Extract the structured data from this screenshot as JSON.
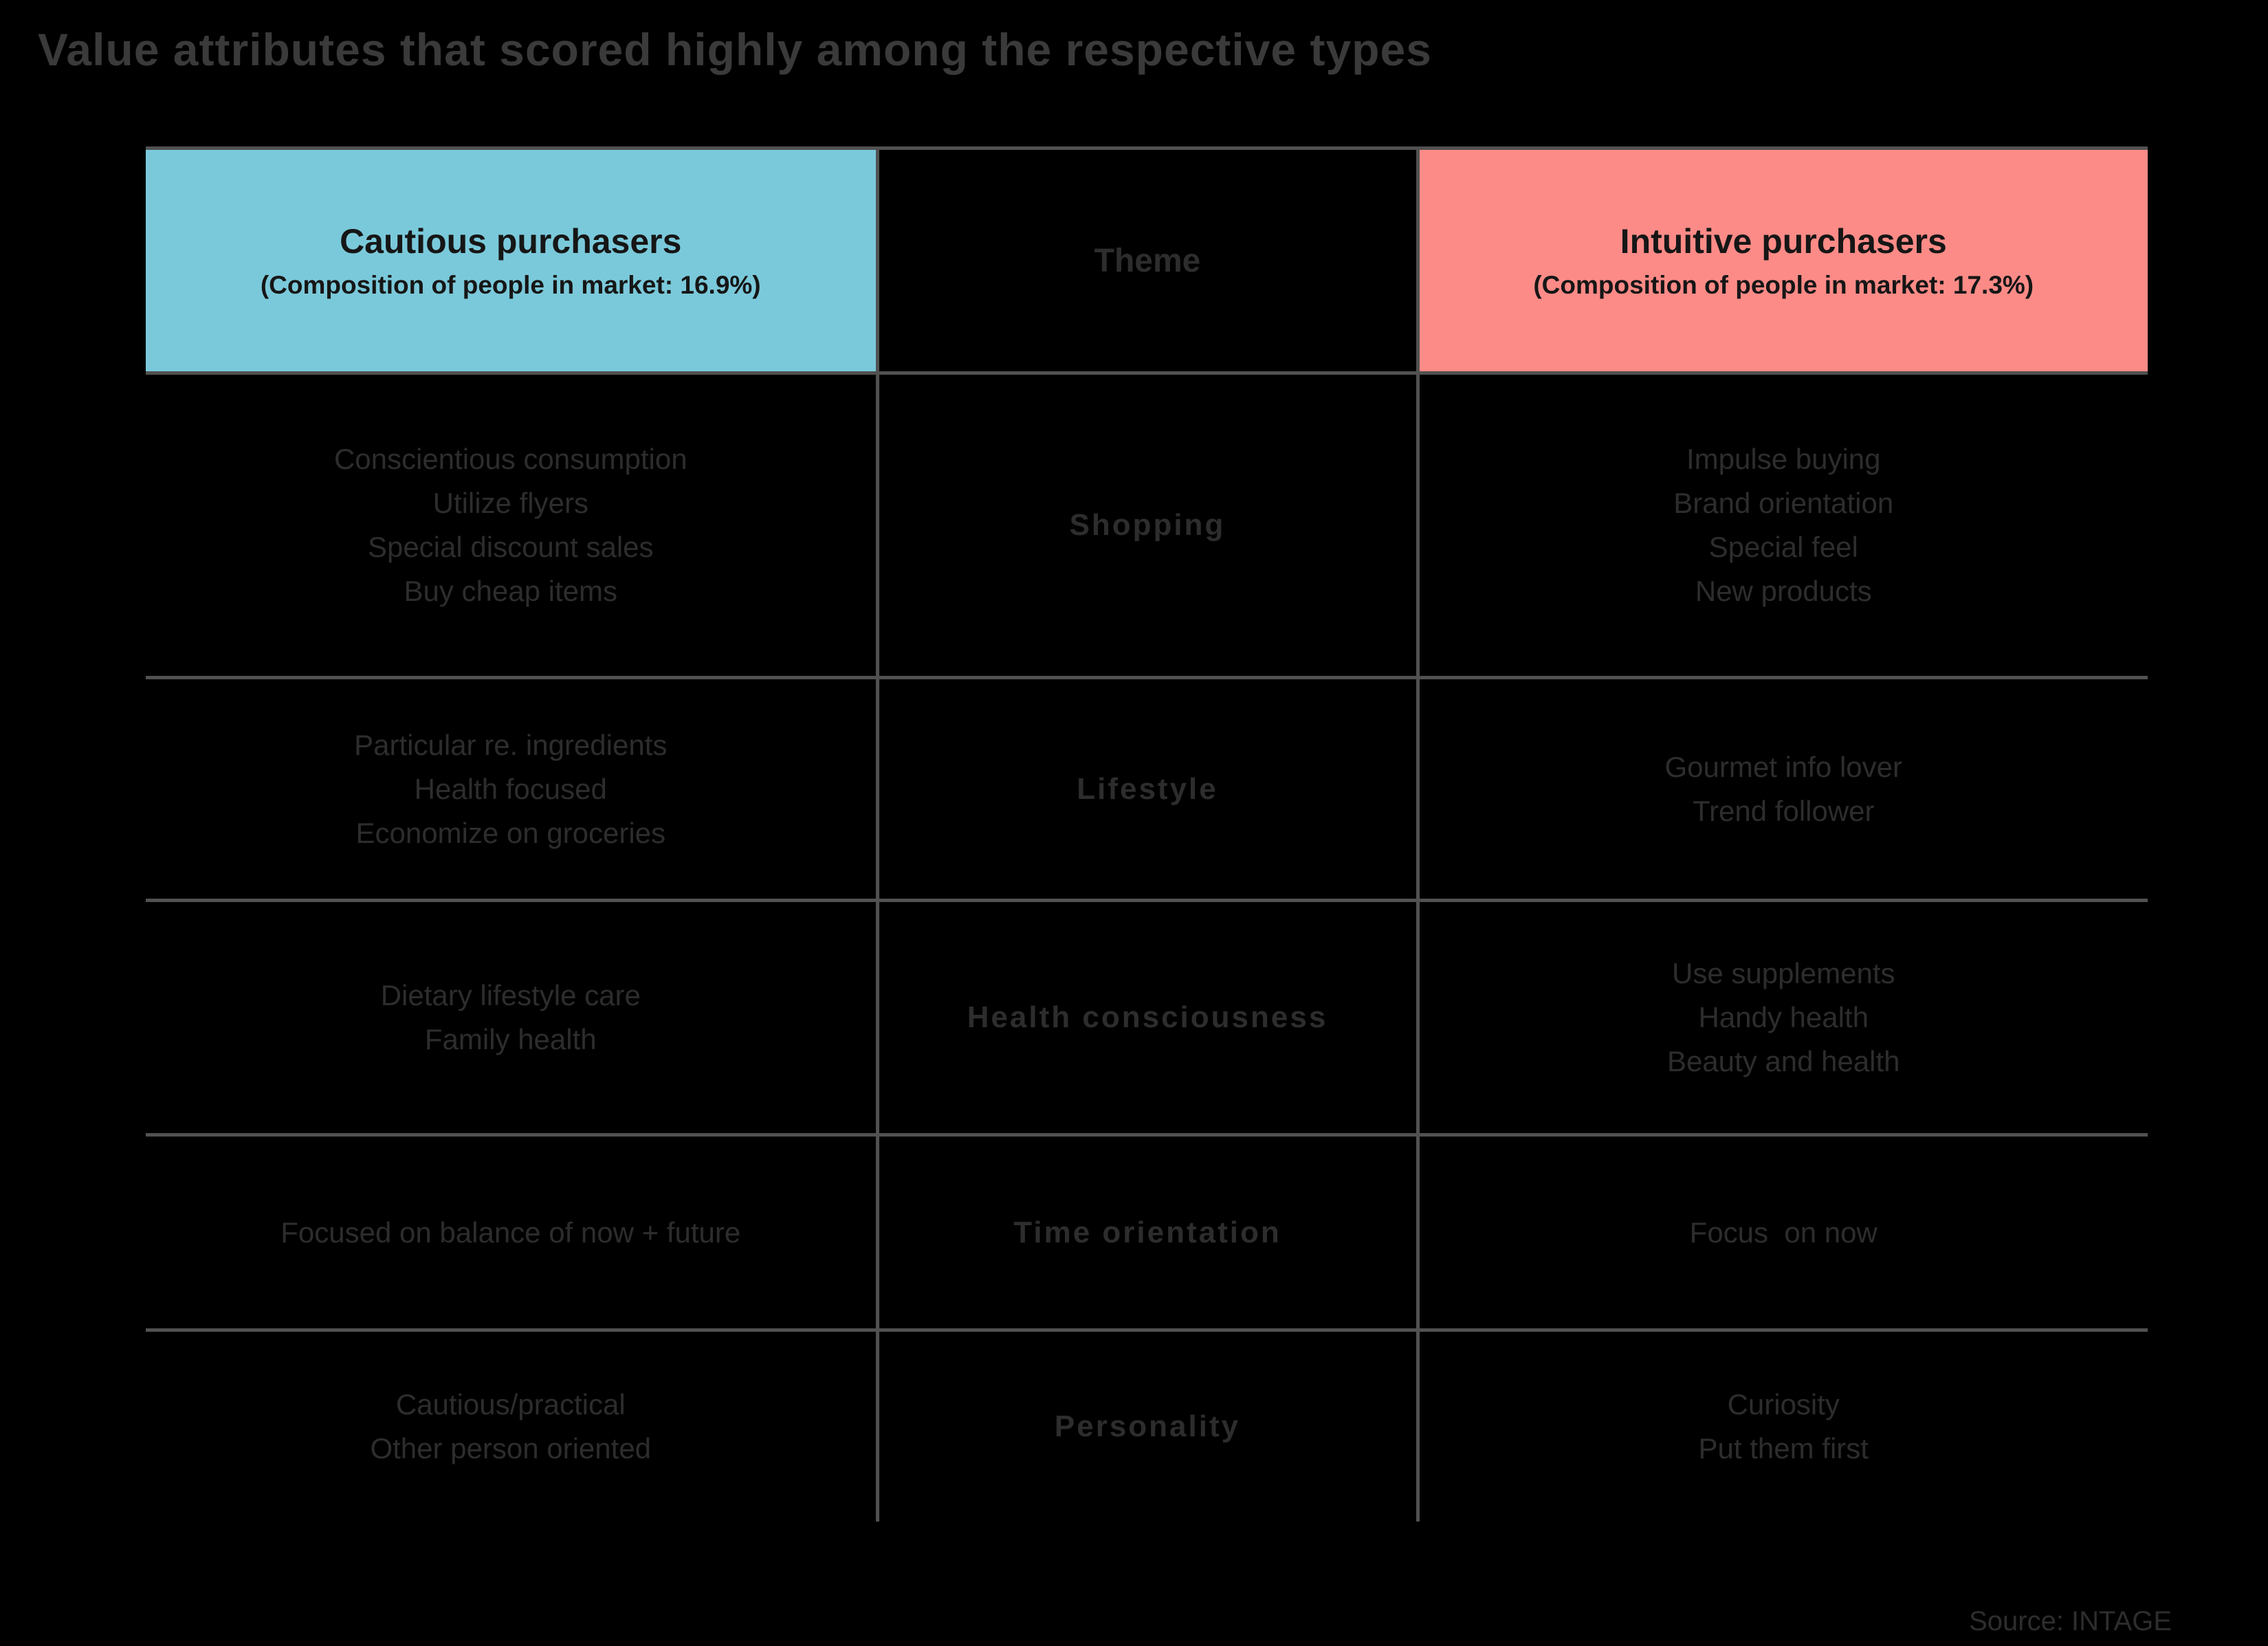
{
  "title": "Value attributes that scored highly among the respective types",
  "source_note": "Source: INTAGE",
  "colors": {
    "background": "#000000",
    "cautious_header_bg": "#7AC9DA",
    "intuitive_header_bg": "#FC8B87",
    "header_text": "#161616",
    "body_text": "#2d2d2d",
    "grid_line": "#515151",
    "title_text": "#3a3a3a"
  },
  "table": {
    "columns": {
      "cautious": {
        "title": "Cautious purchasers",
        "subtitle": "(Composition of people in market: 16.9%)"
      },
      "theme": {
        "title": "Theme"
      },
      "intuitive": {
        "title": "Intuitive purchasers",
        "subtitle": "(Composition of people in market: 17.3%)"
      }
    },
    "rows": [
      {
        "theme": "Shopping",
        "cautious": "Conscientious consumption\nUtilize flyers\nSpecial discount sales\nBuy cheap items",
        "intuitive": "Impulse buying\nBrand orientation\nSpecial feel\nNew products"
      },
      {
        "theme": "Lifestyle",
        "cautious": "Particular re. ingredients\nHealth focused\nEconomize on groceries",
        "intuitive": "Gourmet info lover\nTrend follower"
      },
      {
        "theme": "Health consciousness",
        "cautious": "Dietary lifestyle care\nFamily health",
        "intuitive": "Use supplements\nHandy health\nBeauty and health"
      },
      {
        "theme": "Time orientation",
        "cautious": "Focused on balance of now + future",
        "intuitive": "Focus  on now"
      },
      {
        "theme": "Personality",
        "cautious": "Cautious/practical\nOther person oriented",
        "intuitive": "Curiosity\nPut them first"
      }
    ]
  },
  "chart_data": {
    "type": "table",
    "title": "Value attributes that scored highly among the respective types",
    "columns": [
      "Cautious purchasers (Composition of people in market: 16.9%)",
      "Theme",
      "Intuitive purchasers (Composition of people in market: 17.3%)"
    ],
    "rows": [
      [
        "Conscientious consumption; Utilize flyers; Special discount sales; Buy cheap items",
        "Shopping",
        "Impulse buying; Brand orientation; Special feel; New products"
      ],
      [
        "Particular re. ingredients; Health focused; Economize on groceries",
        "Lifestyle",
        "Gourmet info lover; Trend follower"
      ],
      [
        "Dietary lifestyle care; Family health",
        "Health consciousness",
        "Use supplements; Handy health; Beauty and health"
      ],
      [
        "Focused on balance of now + future",
        "Time orientation",
        "Focus on now"
      ],
      [
        "Cautious/practical; Other person oriented",
        "Personality",
        "Curiosity; Put them first"
      ]
    ],
    "source": "Source: INTAGE",
    "legend_position": "none",
    "grid": true
  }
}
